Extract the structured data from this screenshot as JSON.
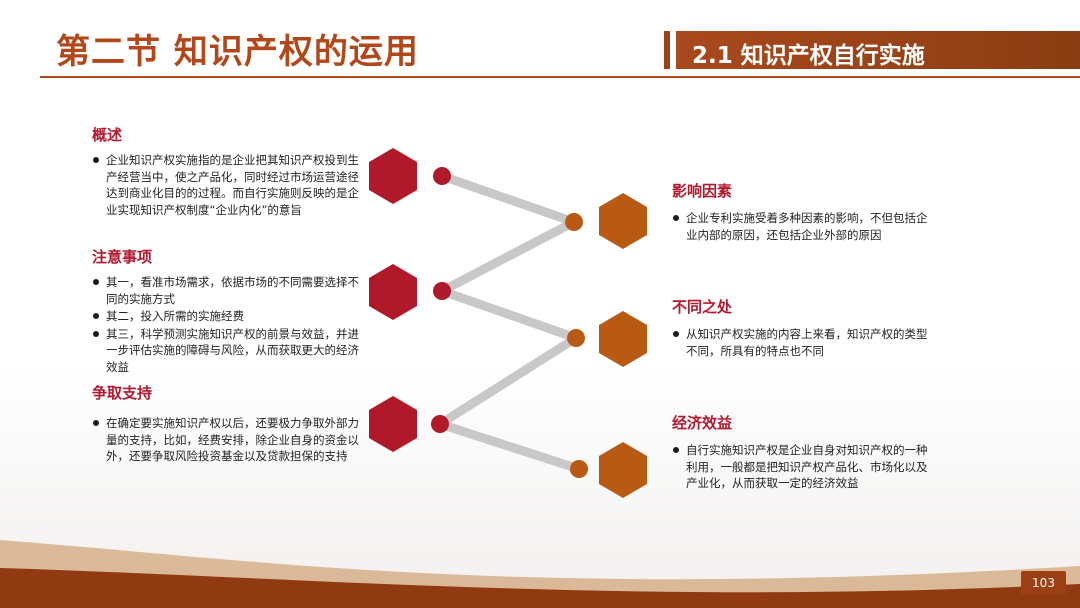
{
  "header": {
    "title": "第二节 知识产权的运用",
    "section": "2.1 知识产权自行实施"
  },
  "left_blocks": [
    {
      "heading": "概述",
      "items": [
        "企业知识产权实施指的是企业把其知识产权投到生产经营当中，使之产品化，同时经过市场运营途径达到商业化目的的过程。而自行实施则反映的是企业实现知识产权制度“企业内化”的意旨"
      ]
    },
    {
      "heading": "注意事项",
      "items": [
        "其一，看准市场需求，依据市场的不同需要选择不同的实施方式",
        "其二，投入所需的实施经费",
        "其三，科学预测实施知识产权的前景与效益，并进一步评估实施的障碍与风险，从而获取更大的经济效益"
      ]
    },
    {
      "heading": "争取支持",
      "items": [
        "在确定要实施知识产权以后，还要极力争取外部力量的支持，比如，经费安排，除企业自身的资金以外，还要争取风险投资基金以及贷款担保的支持"
      ]
    }
  ],
  "right_blocks": [
    {
      "heading": "影响因素",
      "items": [
        "企业专利实施受着多种因素的影响，不但包括企业内部的原因，还包括企业外部的原因"
      ]
    },
    {
      "heading": "不同之处",
      "items": [
        "从知识产权实施的内容上来看，知识产权的类型不同，所具有的特点也不同"
      ]
    },
    {
      "heading": "经济效益",
      "items": [
        "自行实施知识产权是企业自身对知识产权的一种利用，一般都是把知识产权产品化、市场化以及产业化，从而获取一定的经济效益"
      ]
    }
  ],
  "colors": {
    "title": "#b3471a",
    "left_hexagon": "#b0192a",
    "right_hexagon": "#b85a14",
    "connector": "#c8c8c8",
    "heading": "#b3182d"
  },
  "page_number": "103"
}
